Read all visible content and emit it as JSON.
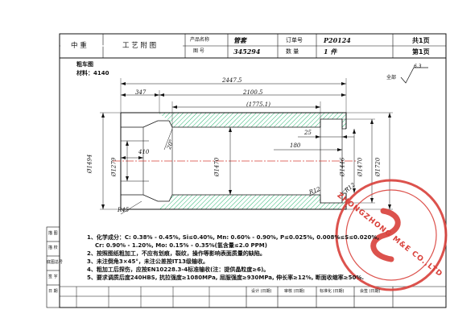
{
  "header": {
    "company": "中 重",
    "doc_type": "工 艺 附 图",
    "product_name_label": "产品名称",
    "drawing_no_label": "图 号",
    "product_name": "管套",
    "drawing_no": "345294",
    "order_no_label": "订单号",
    "quantity_label": "数 量",
    "order_no": "P20124",
    "quantity": "1 件",
    "total_pages": "共1页",
    "page_no": "第1页"
  },
  "drawing": {
    "title": "粗车图",
    "material": "材料：4140",
    "roughness": "全部",
    "roughness_value": "6.3",
    "dims": {
      "overall_length": "2447.5",
      "d347": "347",
      "d2100": "2100.5",
      "d1775": "(1775.1)",
      "d25": "25",
      "d180": "180",
      "d410": "410",
      "d20": "20°",
      "r45": "R45",
      "r12a": "R12",
      "r12b": "R12",
      "dia1494": "Ø1494",
      "dia1279": "Ø1279",
      "dia1470a": "Ø1470",
      "dia1446": "Ø1446",
      "dia1470b": "Ø1470",
      "dia1720": "Ø1720"
    }
  },
  "notes": [
    "1、化学成分：C: 0.38% - 0.45%, Si≤0.40%, Mn: 0.60% - 0.90%, P≤0.025%, 0.008%≤S≤0.020%,",
    "Cr: 0.90% - 1.20%, Mo: 0.15% - 0.35%(氢含量≤2.0 PPM)",
    "2、按照图纸粗加工，不应有划痕，裂纹，操作等影响表面质量的缺陷。",
    "3、未注倒角3×45°，未注公差按IT13级输收。",
    "4、粗加工后探伤，应按EN10228.3-4标准输收(注：提供晶粒度≥6)。",
    "5、要求调质后度240HBS, 抗拉强度≥1080MPa, 屈服强度≥930MPa, 伸长率≥12%, 断面收缩率≥50%."
  ],
  "side_labels": [
    "描 图",
    "描 校",
    "底图总号",
    "签 字",
    "日 期"
  ],
  "footer": {
    "design": "设计 (日期)",
    "review": "审核 (日期)",
    "standard": "标准化 (日期)",
    "approve": "会签 (日期)"
  },
  "stamp_text": "ZHONGZHONG M&E CO.,LTD",
  "colors": {
    "stamp": "#d9403a",
    "hatch": "#2bb673",
    "line": "#111111"
  }
}
